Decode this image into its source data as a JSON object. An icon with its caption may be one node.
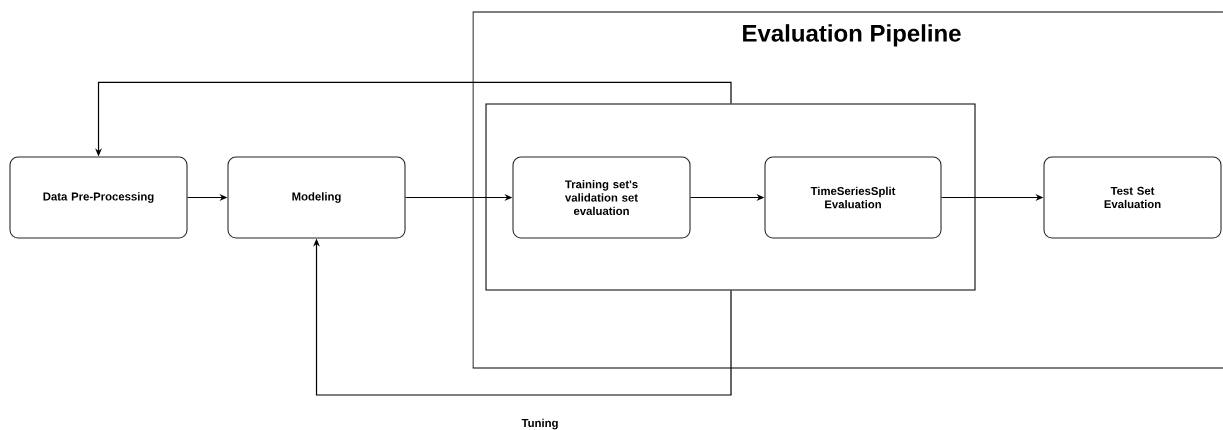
{
  "diagram": {
    "nodes": [
      {
        "text": [
          "Data Pre-Processing"
        ]
      },
      {
        "text": [
          "Modeling"
        ]
      },
      {
        "text": [
          "Evaluation Pipeline"
        ]
      },
      {
        "text": [],
        "shape": "box",
        "in": 2
      },
      {
        "text": [
          "Training set's validation set evaluation"
        ],
        "in": 3
      },
      {
        "text": [
          "TimeSeriesSplit Evaluation"
        ],
        "in": 3
      },
      {
        "text": [
          "Test Set Evaluation"
        ],
        "in": 2
      }
    ],
    "edges": [
      {
        "from": 0,
        "to": 1,
        "arrow": "to"
      },
      {
        "from": 1,
        "to": 4,
        "arrow": "to"
      },
      {
        "from": 4,
        "to": 5,
        "arrow": "to"
      },
      {
        "from": 5,
        "to": 6,
        "arrow": "to"
      },
      {
        "from": 3,
        "to": 0,
        "arrow": "to"
      },
      {
        "from": 3,
        "to": 1,
        "arrow": "to",
        "label": "Tuning"
      }
    ]
  }
}
